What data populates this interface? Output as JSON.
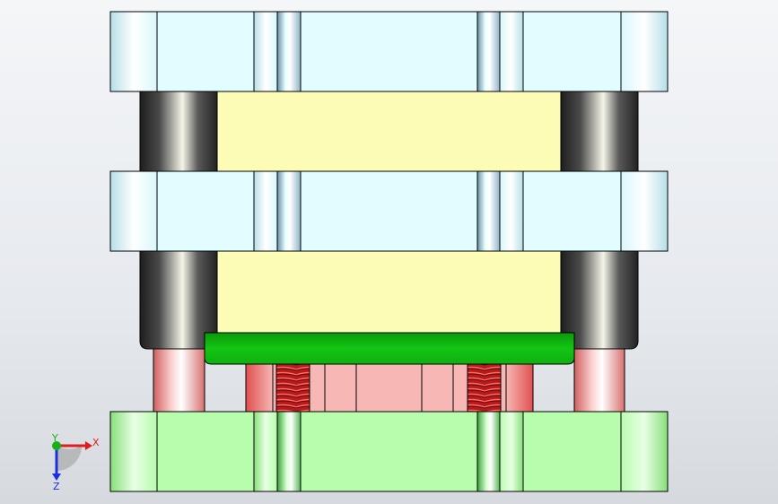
{
  "viewport": {
    "background_top": "#f4f6f8",
    "background_bottom": "#d6dadf"
  },
  "colors": {
    "plate_blue": "#e2fdff",
    "plate_green": "#b8fcae",
    "spacer_yellow": "#fdfcb6",
    "stripper_green": "#12bf12",
    "pillar_red": "#f8b4b4",
    "punch_block_red": "#f7b7b4",
    "spring_red": "#d42828",
    "guide_post_dark": "#3a3a3a",
    "outline": "#000000"
  },
  "triad": {
    "x_label": "X",
    "y_label": "Y",
    "z_label": "Z",
    "x_color": "#e21b1b",
    "y_color": "#18b018",
    "z_color": "#1b2fe2"
  }
}
